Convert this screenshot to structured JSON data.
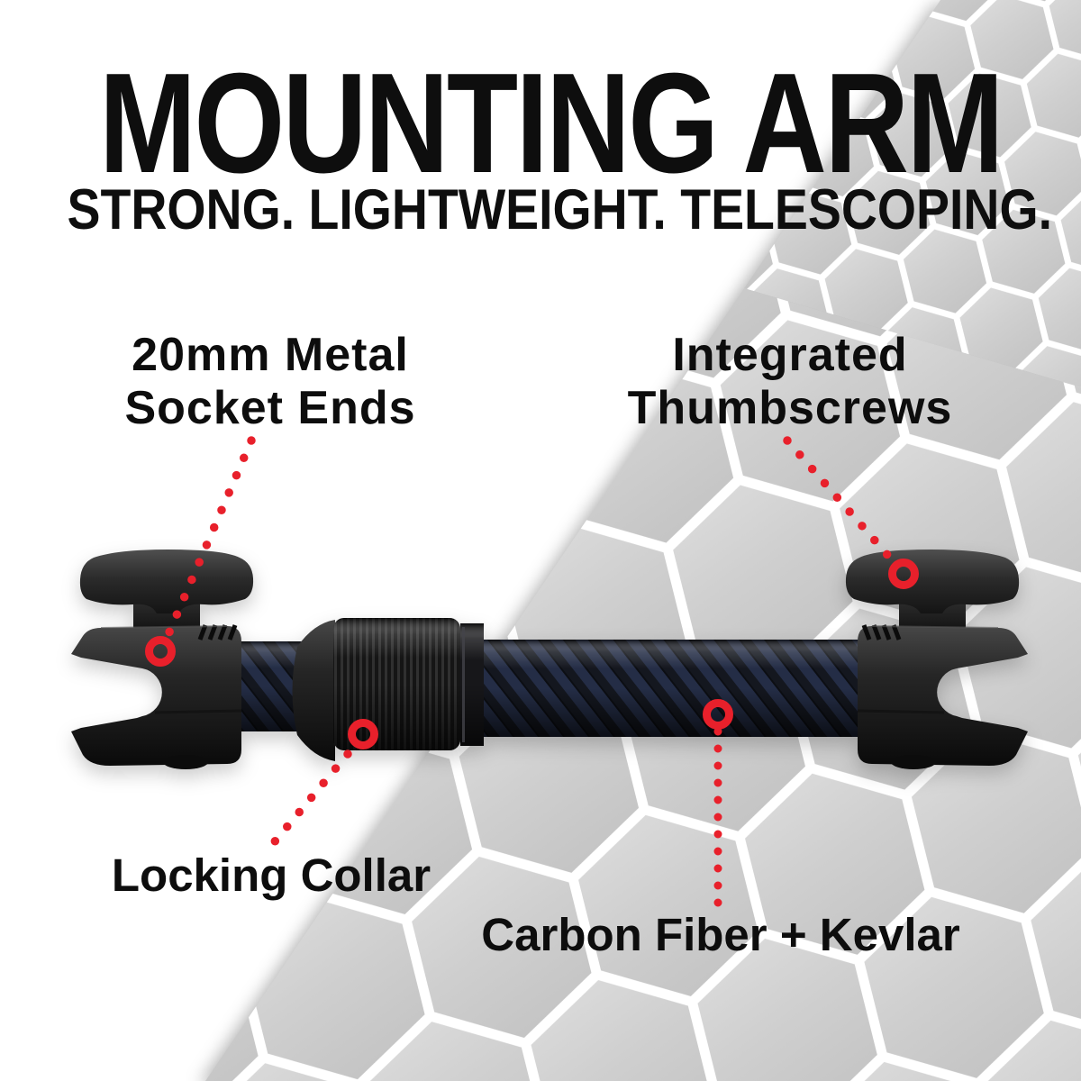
{
  "header": {
    "title": "MOUNTING ARM",
    "subtitle": "STRONG. LIGHTWEIGHT. TELESCOPING."
  },
  "callouts": {
    "socket_ends": {
      "line1": "20mm Metal",
      "line2": "Socket Ends"
    },
    "thumbscrews": {
      "line1": "Integrated",
      "line2": "Thumbscrews"
    },
    "locking_collar": {
      "label": "Locking Collar"
    },
    "carbon_kevlar": {
      "label": "Carbon Fiber + Kevlar"
    }
  },
  "colors": {
    "accent_red": "#e8202b",
    "text": "#0e0e0e",
    "hex_fill": "#d3d3d3",
    "hex_stroke": "#ffffff",
    "carbon_navy": "#242d46",
    "carbon_black": "#14171f"
  }
}
